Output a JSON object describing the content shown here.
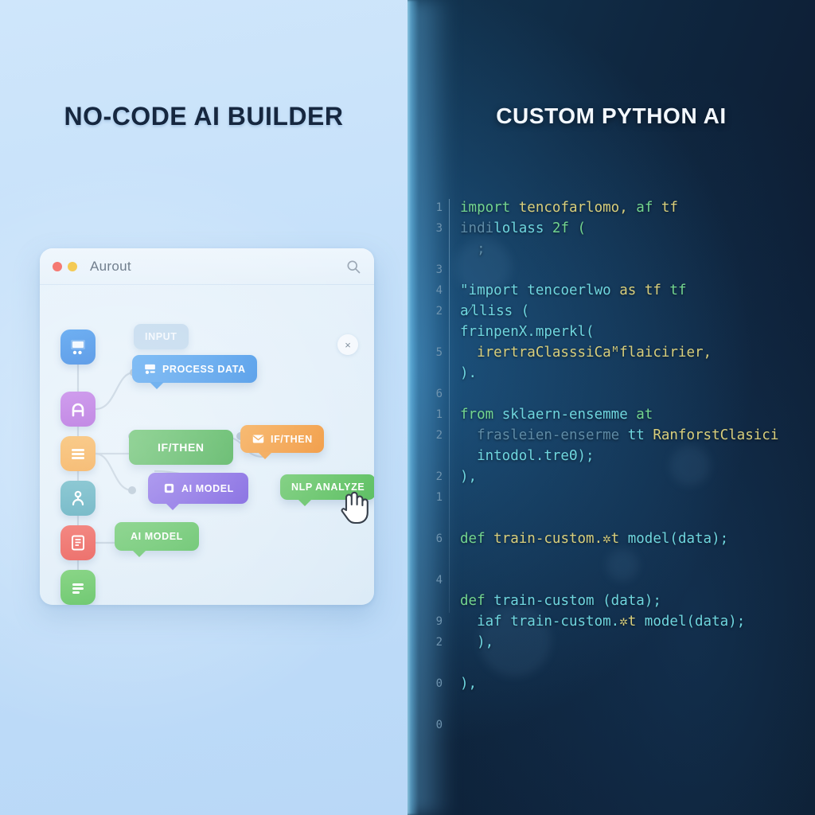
{
  "left": {
    "title": "NO-CODE AI BUILDER",
    "window": {
      "title": "Aurout",
      "search_icon": "search-icon",
      "close_label": "×",
      "dots": [
        "red",
        "yellow"
      ]
    },
    "tiles": [
      {
        "name": "presentation-users-icon",
        "color": "#3f8fe8"
      },
      {
        "name": "person-avatar-icon",
        "color": "#b366e0"
      },
      {
        "name": "menu-lines-icon",
        "color": "#f3a94c"
      },
      {
        "name": "node-person-icon",
        "color": "#55acbd"
      },
      {
        "name": "document-icon",
        "color": "#ec564f"
      },
      {
        "name": "list-document-icon",
        "color": "#5fc264"
      }
    ],
    "nodes": [
      {
        "label": "INPUT",
        "style": "c-input",
        "icon": null
      },
      {
        "label": "PROCESS DATA",
        "style": "c-blue",
        "icon": "data-card-icon"
      },
      {
        "label": "IF/THEN",
        "style": "c-green",
        "icon": null
      },
      {
        "label": "IF/THEN",
        "style": "c-orange",
        "icon": "envelope-icon"
      },
      {
        "label": "AI MODEL",
        "style": "c-purple",
        "icon": "ai-chip-icon"
      },
      {
        "label": "NLP ANALYZE",
        "style": "c-lgreen",
        "icon": null
      },
      {
        "label": "AI MODEL",
        "style": "c-mgreen",
        "icon": null
      }
    ],
    "cursor": "hand-pointer-cursor"
  },
  "right": {
    "title": "CUSTOM PYTHON AI",
    "line_numbers": [
      "1",
      "3",
      "",
      "3",
      "4",
      "2",
      "",
      "5",
      "",
      "6",
      "1",
      "2",
      "",
      "2",
      "1",
      "",
      "6",
      "",
      "4",
      "",
      "9",
      "2",
      "",
      "0",
      "",
      "0"
    ],
    "code_lines": [
      [
        {
          "t": "import ",
          "c": "kw"
        },
        {
          "t": "tencofarlomo, ",
          "c": "id"
        },
        {
          "t": "af ",
          "c": "kw"
        },
        {
          "t": "tf",
          "c": "id"
        }
      ],
      [
        {
          "t": "indi",
          "c": "dim"
        },
        {
          "t": "lolass ",
          "c": "str"
        },
        {
          "t": "2f (",
          "c": "kw"
        }
      ],
      [
        {
          "t": "  ;",
          "c": "dim"
        }
      ],
      [
        {
          "t": "",
          "c": "pl"
        }
      ],
      [
        {
          "t": "\"import ",
          "c": "str"
        },
        {
          "t": "tencoerlwo ",
          "c": "str"
        },
        {
          "t": "as ",
          "c": "id"
        },
        {
          "t": "tf ",
          "c": "id"
        },
        {
          "t": "tf",
          "c": "kw"
        }
      ],
      [
        {
          "t": "a⁄lliss (",
          "c": "str"
        }
      ],
      [
        {
          "t": "frinpenX.mperkl(",
          "c": "str"
        }
      ],
      [
        {
          "t": "  irertraClasssiCaᴹflaicirier,",
          "c": "id"
        }
      ],
      [
        {
          "t": ").",
          "c": "str"
        }
      ],
      [
        {
          "t": "",
          "c": "pl"
        }
      ],
      [
        {
          "t": "from ",
          "c": "kw"
        },
        {
          "t": "sklaern-ensemme ",
          "c": "str"
        },
        {
          "t": "at",
          "c": "kw"
        }
      ],
      [
        {
          "t": "  frasleien-enserme ",
          "c": "dim"
        },
        {
          "t": "tt ",
          "c": "str"
        },
        {
          "t": "RanforstClasici",
          "c": "id"
        }
      ],
      [
        {
          "t": "  intodol.treΘ);",
          "c": "str"
        }
      ],
      [
        {
          "t": "),",
          "c": "str"
        }
      ],
      [
        {
          "t": "",
          "c": "pl"
        }
      ],
      [
        {
          "t": "",
          "c": "pl"
        }
      ],
      [
        {
          "t": "def ",
          "c": "kw"
        },
        {
          "t": "train-custom.",
          "c": "id"
        },
        {
          "t": "✲t ",
          "c": "id"
        },
        {
          "t": "model(data);",
          "c": "str"
        }
      ],
      [
        {
          "t": "",
          "c": "pl"
        }
      ],
      [
        {
          "t": "",
          "c": "pl"
        }
      ],
      [
        {
          "t": "def ",
          "c": "kw"
        },
        {
          "t": "train-custom (data);",
          "c": "str"
        }
      ],
      [
        {
          "t": "  iaf train-custom.",
          "c": "str"
        },
        {
          "t": "✲t ",
          "c": "id"
        },
        {
          "t": "model(data);",
          "c": "str"
        }
      ],
      [
        {
          "t": "  ),",
          "c": "str"
        }
      ],
      [
        {
          "t": "",
          "c": "pl"
        }
      ],
      [
        {
          "t": "),",
          "c": "str"
        }
      ],
      [
        {
          "t": "",
          "c": "pl"
        }
      ],
      [
        {
          "t": "",
          "c": "pl"
        }
      ]
    ]
  }
}
